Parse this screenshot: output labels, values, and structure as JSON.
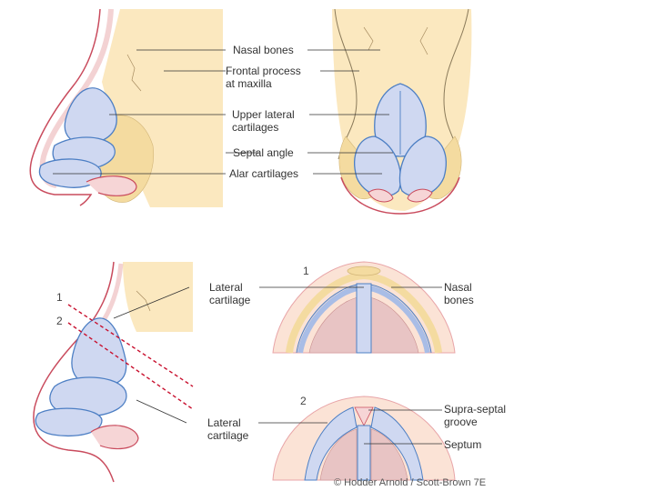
{
  "top_labels": {
    "nasal_bones": "Nasal bones",
    "frontal_process": "Frontal process\nat maxilla",
    "upper_lateral": "Upper lateral\ncartilages",
    "septal_angle": "Septal angle",
    "alar_cartilages": "Alar cartilages"
  },
  "bottom_labels": {
    "lateral_cartilage_upper": "Lateral\ncartilage",
    "lateral_cartilage_lower": "Lateral\ncartilage",
    "nasal_bones": "Nasal\nbones",
    "supra_septal": "Supra-septal\ngroove",
    "septum": "Septum"
  },
  "section_numbers": {
    "line1": "1",
    "line2": "2",
    "section1": "1",
    "section2": "2"
  },
  "credit": "© Hodder Arnold / Scott-Brown 7E",
  "colors": {
    "skin": "#fbe3d6",
    "skin_edge": "#c94b5d",
    "bone": "#fbe8bf",
    "cartilage": "#cfd8f1",
    "cartilage_edge": "#4d7fc4",
    "fat": "#f4dba0",
    "cut_line": "#c8102e",
    "leader": "#333333"
  }
}
